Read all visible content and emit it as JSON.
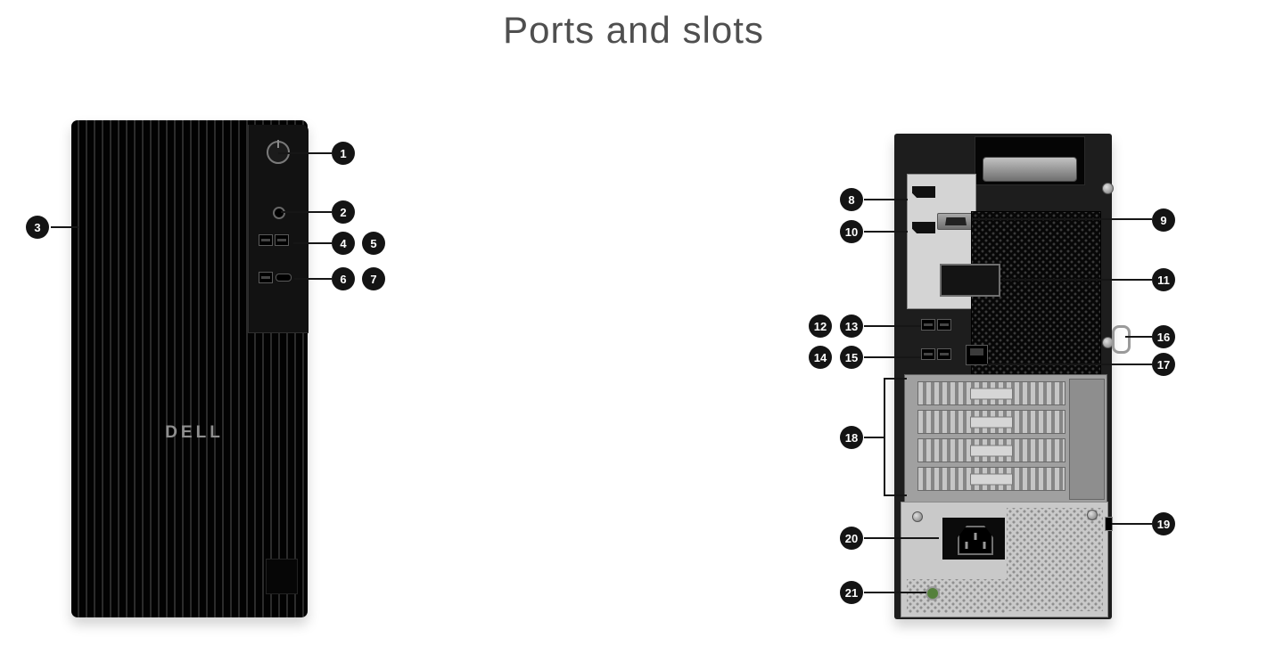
{
  "page": {
    "title": "Ports and slots"
  },
  "front": {
    "brand": "DELL"
  },
  "callouts": {
    "front": [
      "1",
      "2",
      "3",
      "4",
      "5",
      "6",
      "7"
    ],
    "rear": [
      "8",
      "9",
      "10",
      "11",
      "12",
      "13",
      "14",
      "15",
      "16",
      "17",
      "18",
      "19",
      "20",
      "21"
    ]
  }
}
